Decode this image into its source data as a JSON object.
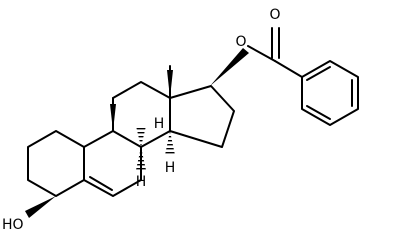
{
  "molecule": {
    "atom_labels": {
      "oxygen_ester": "O",
      "oxygen_carbonyl": "O",
      "hydroxyl": "HO",
      "h_c9": "H",
      "h_c8": "H",
      "h_c14": "H"
    },
    "icon": "steroid-benzoate-structure-icon",
    "line_color": "#000000",
    "background_color": "#ffffff"
  }
}
